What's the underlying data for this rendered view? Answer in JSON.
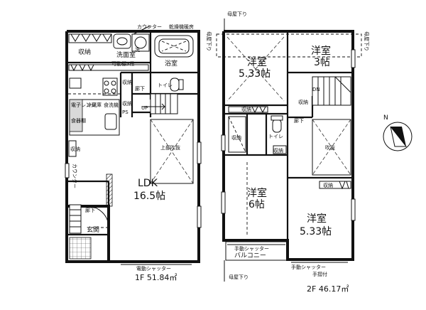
{
  "floor1": {
    "labels": {
      "counter_top": "カウンター",
      "dryer": "乾燥機暖房",
      "closet": "収納",
      "wash": "洗",
      "washroom": "洗面室",
      "shelf": "可動棚3段",
      "bath": "浴室",
      "hall_1": "廊下",
      "toilet": "トイレ",
      "small_closet_a": "収納",
      "small_closet_b": "収納",
      "up": "UP",
      "ps": "PS",
      "cupboard": "電子レンジ",
      "range": "冷蔵庫",
      "appliance": "食器棚",
      "food": "食洗機",
      "closet_side": "収納",
      "counter_side": "カウンター",
      "upper_void": "上部吹抜",
      "ldk_name": "LDK",
      "ldk_size": "16.5帖",
      "hall_2": "廊下",
      "entrance": "玄関",
      "shutter": "電動シャッター",
      "area": "1F 51.84㎡"
    }
  },
  "floor2": {
    "labels": {
      "eave_top": "母屋下り",
      "eave_left": "母屋下り",
      "eave_right": "母屋下り",
      "room1_name": "洋室",
      "room1_size": "5.33帖",
      "room2_name": "洋室",
      "room2_size": "3帖",
      "dn": "DN",
      "closet_a": "収納",
      "closet_b": "収納",
      "hall": "廊下",
      "toilet": "トイレ",
      "closet_c": "収納",
      "closet_d": "収納",
      "void": "吹抜",
      "closet_e": "収納",
      "room3_name": "洋室",
      "room3_size": "6帖",
      "room4_name": "洋室",
      "room4_size": "5.33帖",
      "shutter1": "手動シャッター",
      "balcony": "バルコニー",
      "shutter2": "手動シャッター",
      "handrail": "手摺付",
      "eave_bottom": "母屋下り",
      "area": "2F 46.17㎡"
    }
  },
  "compass": {
    "label": "N"
  }
}
